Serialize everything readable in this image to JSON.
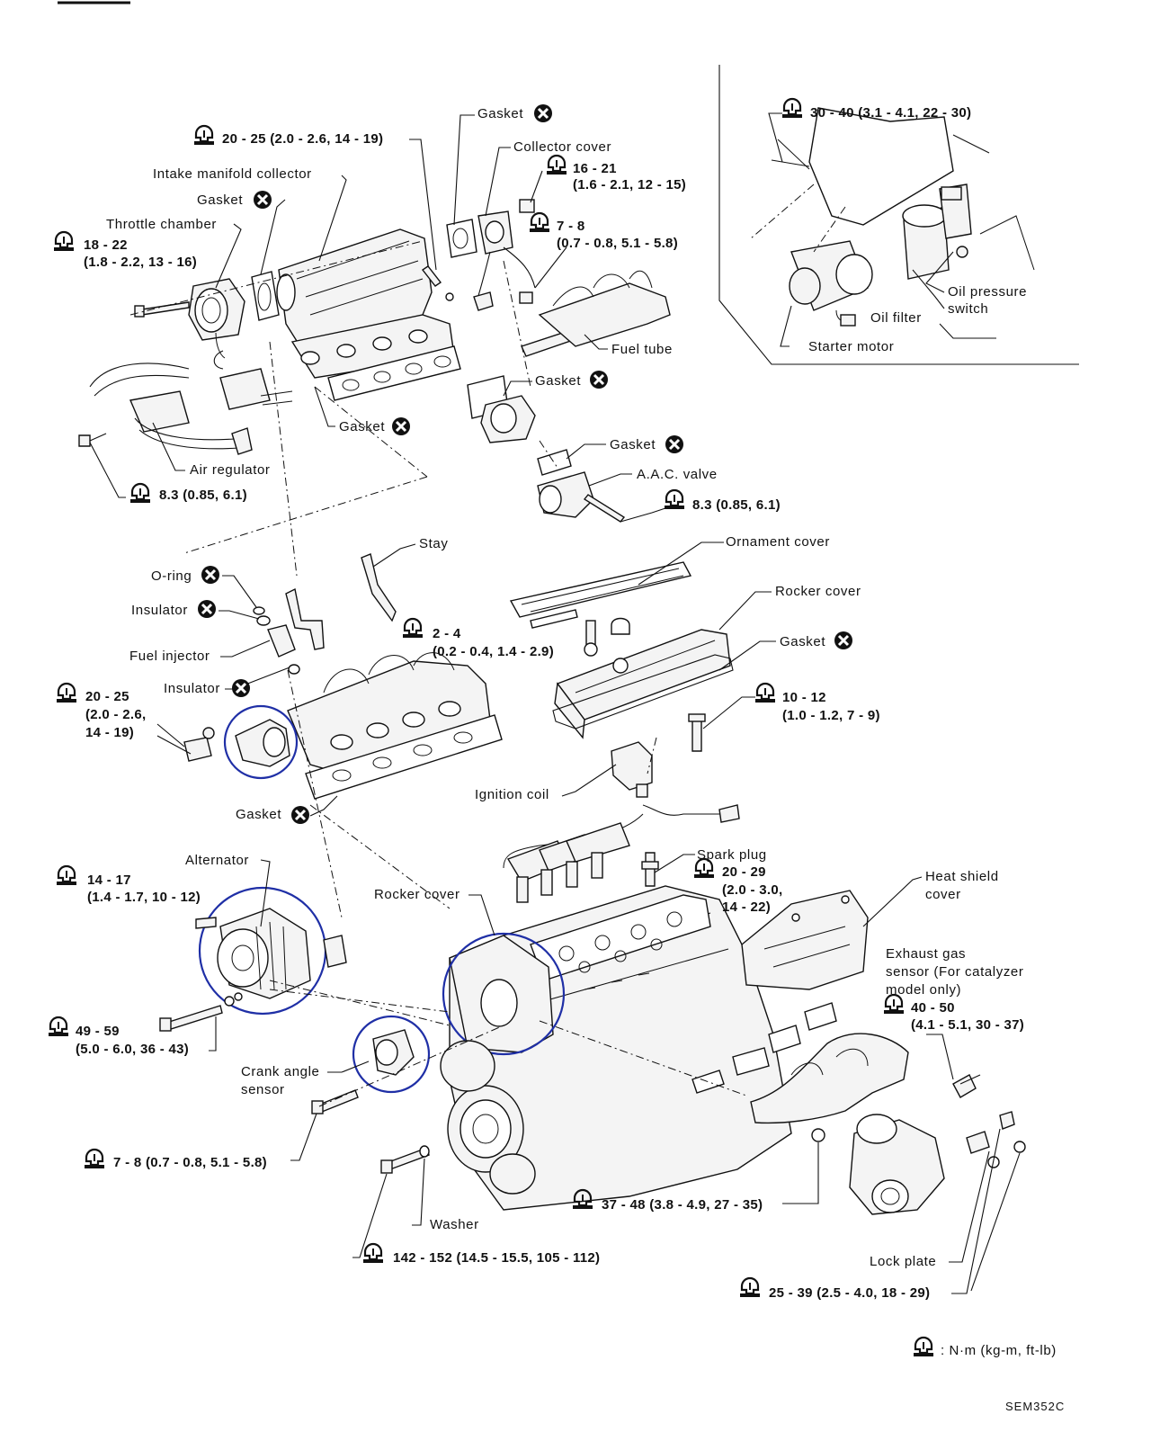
{
  "diagram": {
    "title": "",
    "code": "SEM352C",
    "legend": ": N·m (kg-m, ft-lb)",
    "colors": {
      "ink": "#111111",
      "highlight": "#1f2fa6"
    },
    "icons": {
      "torque": "torque-wrench-icon",
      "replace": "replace-x-icon"
    }
  },
  "labels": {
    "gasket_top": "Gasket",
    "collector_cover": "Collector cover",
    "intake_manifold_collector": "Intake manifold collector",
    "gasket_collector": "Gasket",
    "throttle_chamber": "Throttle chamber",
    "fuel_tube": "Fuel tube",
    "gasket_aac_upper": "Gasket",
    "gasket_manifold": "Gasket",
    "gasket_aac_lower": "Gasket",
    "aac_valve": "A.A.C. valve",
    "air_regulator": "Air regulator",
    "oil_pressure_switch_1": "Oil pressure",
    "oil_pressure_switch_2": "switch",
    "oil_filter": "Oil filter",
    "starter_motor": "Starter motor",
    "stay": "Stay",
    "ornament_cover": "Ornament cover",
    "o_ring": "O-ring",
    "rocker_cover_top": "Rocker cover",
    "insulator_1": "Insulator",
    "gasket_rocker": "Gasket",
    "fuel_injector": "Fuel injector",
    "insulator_2": "Insulator",
    "ignition_coil": "Ignition coil",
    "gasket_intake": "Gasket",
    "alternator": "Alternator",
    "spark_plug": "Spark plug",
    "heat_shield_1": "Heat shield",
    "heat_shield_2": "cover",
    "rocker_cover_lower": "Rocker cover",
    "exhaust_sensor_1": "Exhaust gas",
    "exhaust_sensor_2": "sensor (For catalyzer",
    "exhaust_sensor_3": "model only)",
    "crank_angle_1": "Crank angle",
    "crank_angle_2": "sensor",
    "washer": "Washer",
    "lock_plate": "Lock plate"
  },
  "torques": {
    "t_collector": "20 - 25 (2.0 - 2.6, 14 - 19)",
    "t_cover_1": "16 - 21",
    "t_cover_2": "(1.6 - 2.1, 12 - 15)",
    "t_throttle_1": "18 - 22",
    "t_throttle_2": "(1.8 - 2.2, 13 - 16)",
    "t_fuel_1": "7 - 8",
    "t_fuel_2": "(0.7 - 0.8, 5.1 - 5.8)",
    "t_air": "8.3 (0.85, 6.1)",
    "t_aac": "8.3 (0.85, 6.1)",
    "t_starter": "30 - 40 (3.1 - 4.1, 22 - 30)",
    "t_stay_1": "2 - 4",
    "t_stay_2": "(0.2 - 0.4, 1.4 - 2.9)",
    "t_rocker_1": "10 - 12",
    "t_rocker_2": "(1.0 - 1.2, 7 - 9)",
    "t_intake_1": "20 - 25",
    "t_intake_2": "(2.0 - 2.6,",
    "t_intake_3": "14 - 19)",
    "t_alt_1": "14 - 17",
    "t_alt_2": "(1.4 - 1.7, 10 - 12)",
    "t_spark_1": "20 - 29",
    "t_spark_2": "(2.0 - 3.0,",
    "t_spark_3": "14 - 22)",
    "t_exsensor_1": "40 - 50",
    "t_exsensor_2": "(4.1 - 5.1, 30 - 37)",
    "t_altbolt_1": "49 - 59",
    "t_altbolt_2": "(5.0 - 6.0, 36 - 43)",
    "t_crank": "7 - 8 (0.7 - 0.8, 5.1 - 5.8)",
    "t_exmani": "37 - 48 (3.8 - 4.9, 27 - 35)",
    "t_pulley": "142 - 152 (14.5 - 15.5, 105 - 112)",
    "t_lock": "25 - 39 (2.5 - 4.0, 18 - 29)"
  }
}
